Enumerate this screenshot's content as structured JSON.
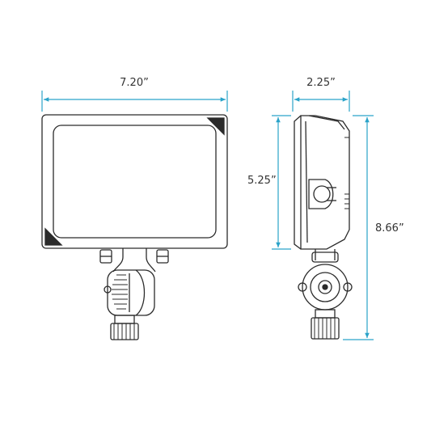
{
  "colors": {
    "dimension": "#2aa3c9",
    "outline": "#2b2b2b",
    "text": "#333333"
  },
  "dimensions": {
    "front_width": "7.20”",
    "side_depth": "2.25”",
    "side_head_height": "5.25”",
    "side_total_height": "8.66”"
  }
}
